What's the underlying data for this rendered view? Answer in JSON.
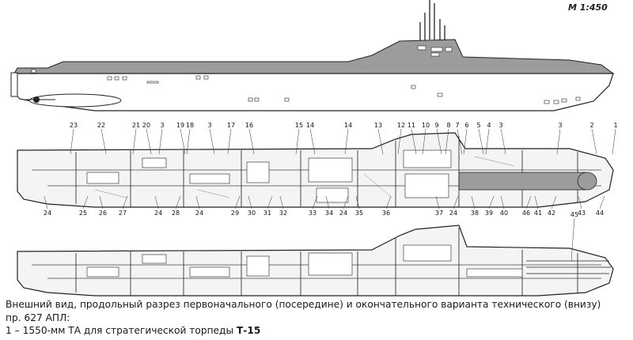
{
  "scale": "М 1:450",
  "callouts_middle": {
    "top": [
      "23",
      "22",
      "21",
      "20",
      "3",
      "19",
      "18",
      "3",
      "17",
      "16",
      "15",
      "14",
      "14",
      "13",
      "12",
      "11",
      "10",
      "9",
      "8",
      "7",
      "6",
      "5",
      "4",
      "3",
      "3",
      "2",
      "1"
    ],
    "bottom": [
      "24",
      "25",
      "26",
      "27",
      "24",
      "28",
      "24",
      "29",
      "30",
      "31",
      "32",
      "33",
      "34",
      "24",
      "35",
      "36",
      "37",
      "24",
      "38",
      "39",
      "40",
      "46",
      "41",
      "42",
      "43",
      "44"
    ]
  },
  "callouts_lower": [
    "45"
  ],
  "caption": {
    "line1": "Внешний вид, продольный разрез первоначального (посередине) и окончательного варианта технического (внизу)",
    "line2": "пр. 627 АПЛ:",
    "line3_prefix": "1 – 1550-мм ТА для стратегической торпеды ",
    "line3_bold": "Т-15"
  },
  "colors": {
    "hull_fill": "#9c9c9c",
    "deck_fill": "#f4f4f4",
    "line": "#222222"
  }
}
